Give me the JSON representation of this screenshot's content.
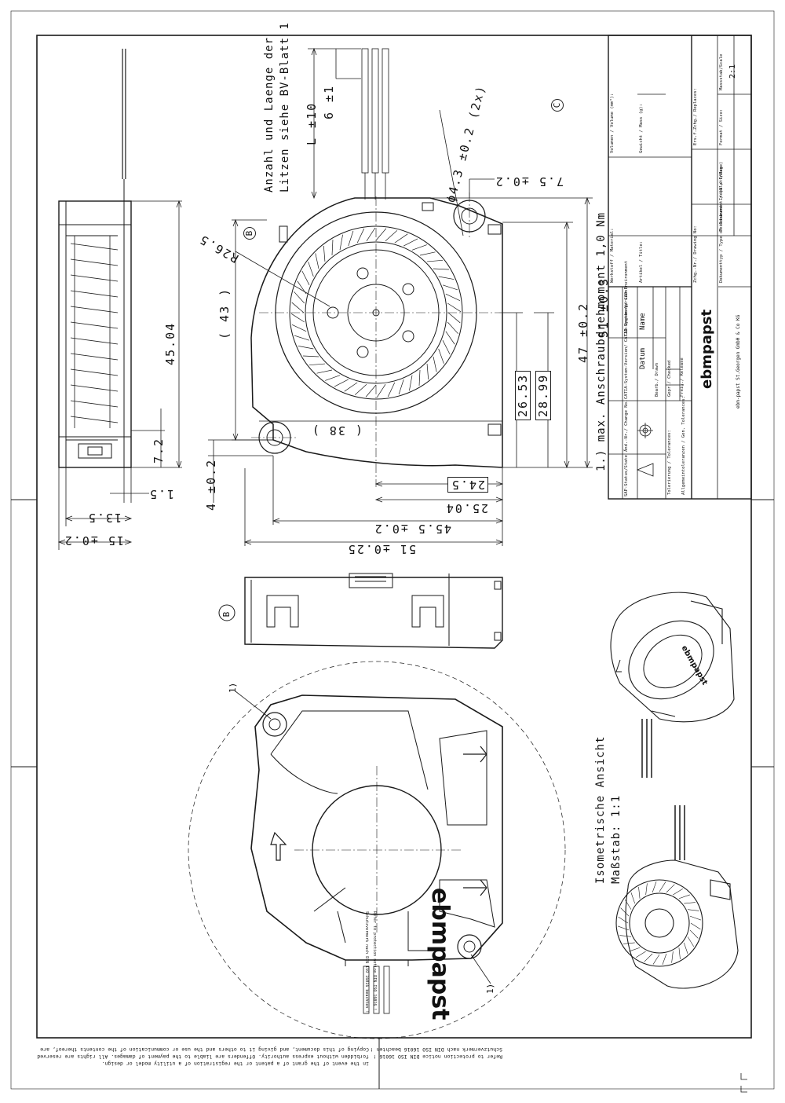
{
  "dims": {
    "d_6": "6 ±1",
    "d_L": "L ±10",
    "d_hole": "ϕ4.3 ±0.2 (2x)",
    "d_7_5": "7.5 ±0.2",
    "d_R": "R26.5",
    "d_43": "( 43 )",
    "d_45_04": "45.04",
    "d_47": "47 ±0.2",
    "d_51v": "51 ±0.3",
    "d_26_53": "26.53",
    "d_28_99": "28.99",
    "d_38": "( 38 )",
    "d_7_2": "7.2",
    "d_1_5": "1.5",
    "d_4": "4 ±0.2",
    "d_24_5": "24.5",
    "d_25_04": "25.04",
    "d_45_5": "45.5 ±0.2",
    "d_51h": "51 ±0.25",
    "d_13_5": "13.5",
    "d_15": "15 ±0.2"
  },
  "labels": {
    "litzen_line1": "Anzahl und Laenge der",
    "litzen_line2": "Litzen siehe BV-Blatt 1",
    "torque_note": "1.) max. Anschraubdrehmoment 1,0 Nm",
    "view_b": "B",
    "view_b2": "B",
    "view_c": "C",
    "ref1_top": "1)",
    "ref1_bottom": "1)",
    "iso_line1": "Isometrische Ansicht",
    "iso_line2": "Maßstab: 1:1"
  },
  "title_block": {
    "sap_status": "SAP-Status/State",
    "change_no": "Änd.-Nr./ Change No.",
    "catia_version": "CATIA-System-Version/ CATIA-System-Version",
    "cad_env": "CAD-Umgebung/ CAD-Environment",
    "datum": "Datum",
    "name": "Name",
    "bearb": "Bearb./ Drawn",
    "gepr": "Gepr./ Checked",
    "freig": "Freig./ Release",
    "tolerances": "Tolerierung / Tolerances:",
    "gen_tolerances": "Allgemeintoleranzen / Gen. Tolerances:",
    "material": "Werkstoff / Material:",
    "volume": "Volumen / Volume (mm³):",
    "mass": "Gewicht / Mass (g):",
    "artikel": "Artikel / Title:",
    "drawing_no": "Zchg.-Nr./ Drawing No:",
    "doc_type": "Dokumenttyp / Type of document",
    "sheet": "Teildokument / (Blatt/Page)",
    "index": "Index / Index",
    "replaces": "Ers.f.Zchg./ Replaces:",
    "format": "Format / Size:",
    "scale_label": "Massstab/Scale",
    "scale": "2:1",
    "brand": "ebmpapst",
    "company": "ebm-papst St.Georgen GmbH & Co KG"
  },
  "fan_print": {
    "brand": "ebmpapst",
    "text1": "Schutzvermerk nach DIN ISO 16016 beachten !",
    "text2": "Refer to protection notice DIN ISO 16016 !"
  },
  "footer": {
    "line1": "Copying of this document, and giving it to others and the use or communication of the contents thereof, are",
    "line2": "forbidden without express authority. Offenders are liable to the payment of damages. All rights are reserved",
    "line3": "in the event of the grant of a patent or the registration of a utility model or design.",
    "line4": "Schutzvermerk nach DIN ISO 16016 beachten !",
    "line5": "Refer to protection notice DIN ISO 16016 !"
  }
}
